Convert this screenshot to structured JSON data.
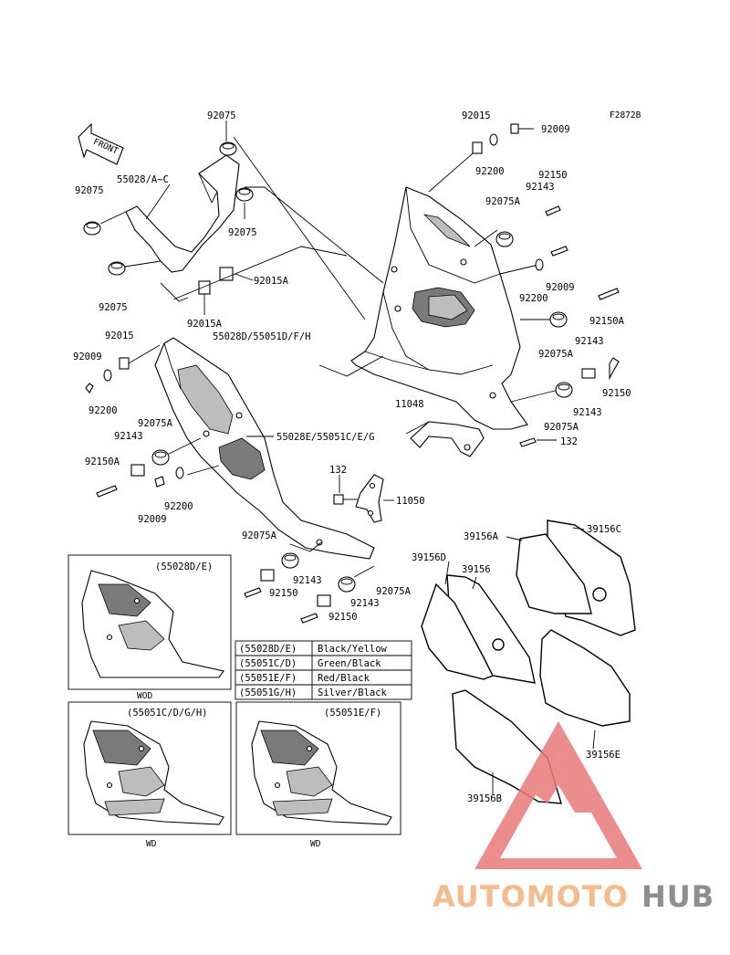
{
  "figure_code": "F2872B",
  "front_label": "FRONT",
  "callouts": {
    "c92075_top": "92075",
    "c55028ac": "55028/A~C",
    "c92075_left": "92075",
    "c92075_mid": "92075",
    "c92075_low": "92075",
    "c92015a_r": "92015A",
    "c92015a_b": "92015A",
    "c55028d": "55028D/55051D/F/H",
    "c92015_l": "92015",
    "c92009_l": "92009",
    "c92200_l": "92200",
    "c92075a_l": "92075A",
    "c92143_l": "92143",
    "c92150a_l": "92150A",
    "c92200_l2": "92200",
    "c92009_l2": "92009",
    "c55028e": "55028E/55051C/E/G",
    "c92015_r": "92015",
    "c92009_r": "92009",
    "c92200_r": "92200",
    "c92150_r": "92150",
    "c92143_r": "92143",
    "c92075a_r": "92075A",
    "c92009_r2": "92009",
    "c92200_r2": "92200",
    "c92150a_r": "92150A",
    "c92143_r2": "92143",
    "c92075a_r2": "92075A",
    "c92150_r2": "92150",
    "c92143_r3": "92143",
    "c92075a_r3": "92075A",
    "c11048": "11048",
    "c132_r": "132",
    "c132_m": "132",
    "c11050": "11050",
    "c92075a_m": "92075A",
    "c92143_m": "92143",
    "c92150_m": "92150",
    "c92075a_m2": "92075A",
    "c92143_m2": "92143",
    "c92150_m2": "92150",
    "c39156a": "39156A",
    "c39156c": "39156C",
    "c39156d": "39156D",
    "c39156": "39156",
    "c39156e": "39156E",
    "c39156b": "39156B"
  },
  "color_table": [
    {
      "code": "(55028D/E)",
      "color": "Black/Yellow"
    },
    {
      "code": "(55051C/D)",
      "color": "Green/Black"
    },
    {
      "code": "(55051E/F)",
      "color": "Red/Black"
    },
    {
      "code": "(55051G/H)",
      "color": "Silver/Black"
    }
  ],
  "insets": [
    {
      "title": "(55028D/E)",
      "caption": "WOD"
    },
    {
      "title": "(55051C/D/G/H)",
      "caption": "WD"
    },
    {
      "title": "(55051E/F)",
      "caption": "WD"
    }
  ],
  "watermark": {
    "part1": "AUTOMOTO",
    "part2": "HUB",
    "color1": "#f5b07a",
    "color2": "#7b7b7b",
    "triangle_color": "#e87a7a"
  }
}
